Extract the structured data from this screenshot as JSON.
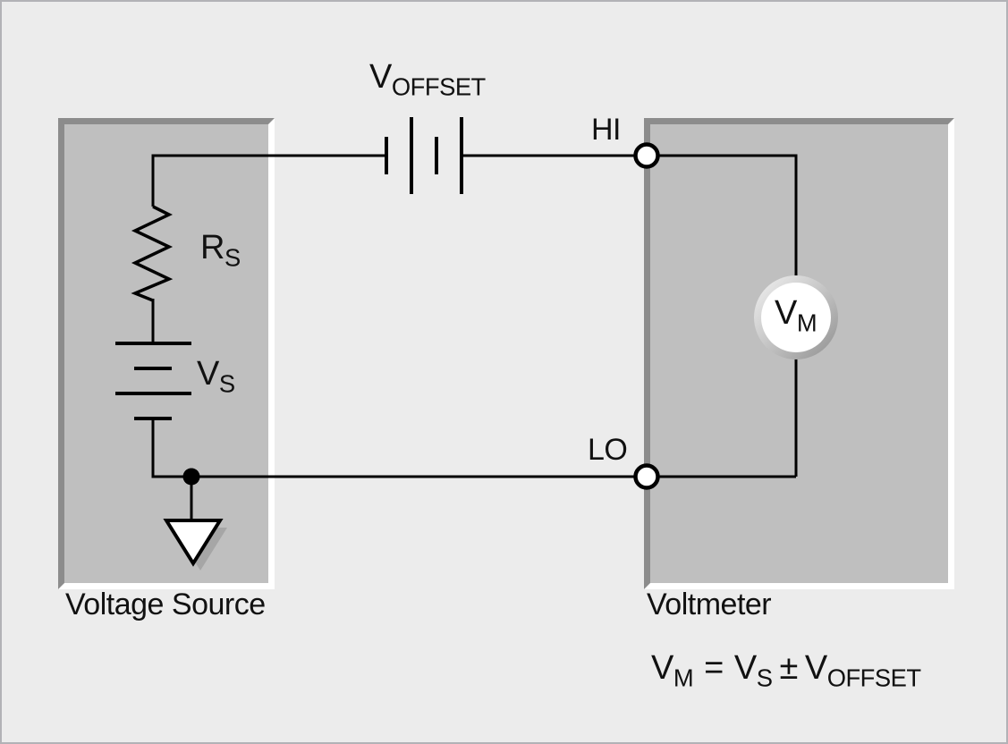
{
  "window": {
    "background": "#ececec",
    "border_color": "#b2b2b6"
  },
  "panels": {
    "voltage_source": {
      "caption": "Voltage Source"
    },
    "voltmeter": {
      "caption": "Voltmeter"
    }
  },
  "labels": {
    "v_offset": {
      "base": "V",
      "sub": "OFFSET"
    },
    "hi": "HI",
    "lo": "LO",
    "r_s": {
      "base": "R",
      "sub": "S"
    },
    "v_s": {
      "base": "V",
      "sub": "S"
    },
    "v_m": {
      "base": "V",
      "sub": "M"
    }
  },
  "formula": {
    "lhs": {
      "base": "V",
      "sub": "M"
    },
    "equals": "=",
    "plus_minus": "±",
    "rhs1": {
      "base": "V",
      "sub": "S"
    },
    "rhs2": {
      "base": "V",
      "sub": "OFFSET"
    }
  },
  "colors": {
    "background": "#ececec",
    "panel_fill": "#bfbfbf",
    "panel_bevel_dark": "#8c8c8c",
    "panel_bevel_light": "#ffffff",
    "wire": "#000000",
    "ground_shadow": "#a6a6a6",
    "dial_ring_light": "#f0f0f0",
    "dial_ring_dark": "#8f8f8f"
  }
}
